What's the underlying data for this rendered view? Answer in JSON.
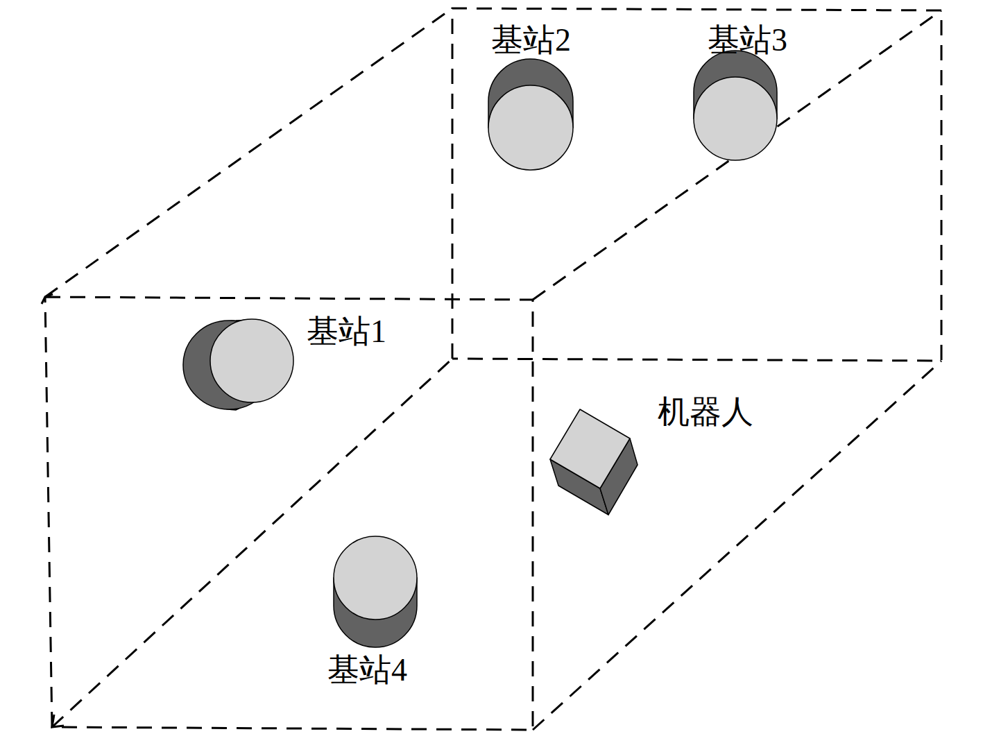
{
  "diagram": {
    "labels": [
      "基站2",
      "基站3",
      "基站1",
      "机器人",
      "基站4"
    ]
  }
}
